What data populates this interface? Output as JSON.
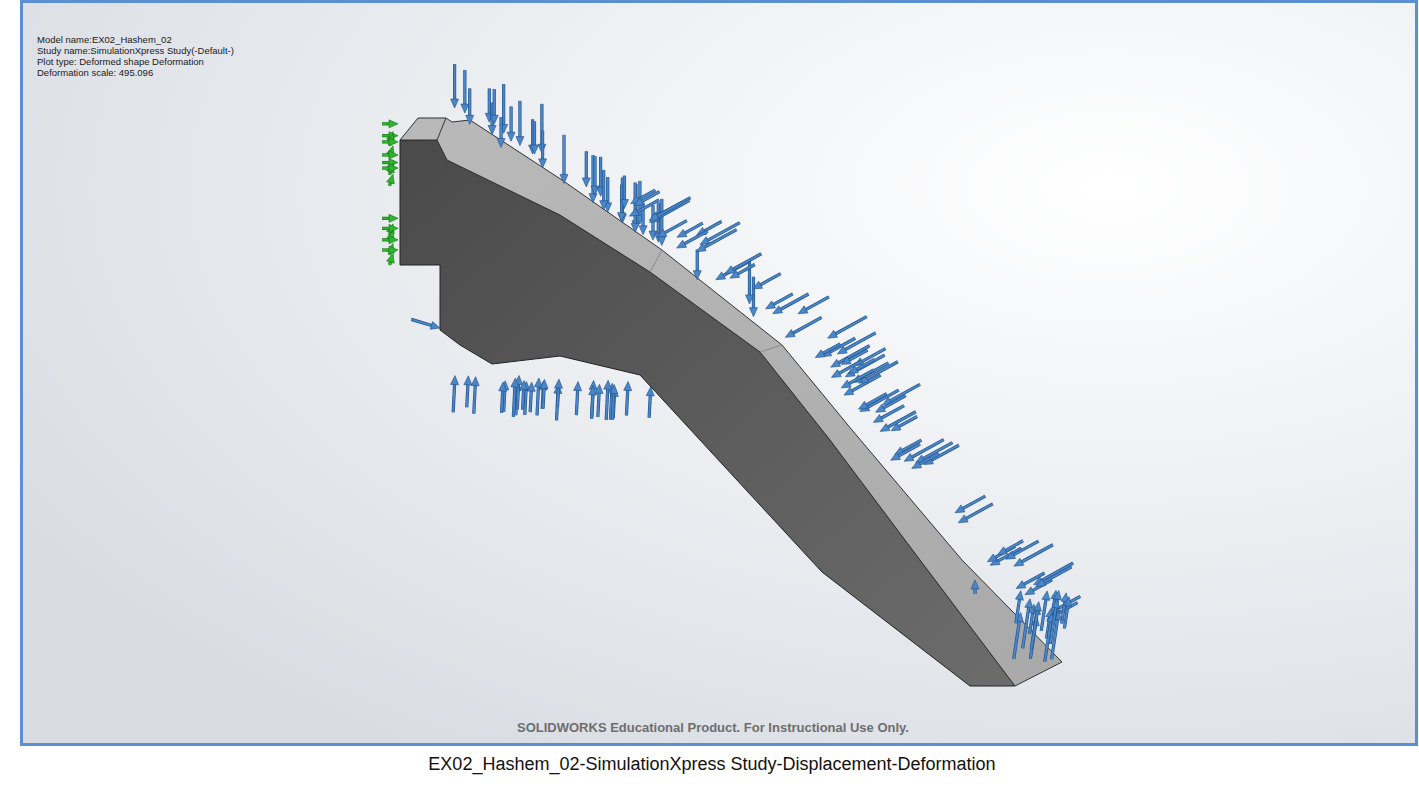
{
  "diagram": {
    "caption": "EX02_Hashem_02-SimulationXpress Study-Displacement-Deformation",
    "labels": [
      "Model name:EX02_Hashem_02",
      "Study name:SimulationXpress Study(-Default-)",
      "Plot type: Deformed shape Deformation",
      "Deformation scale: 495.096",
      "SOLIDWORKS Educational Product. For Instructional Use Only."
    ]
  }
}
